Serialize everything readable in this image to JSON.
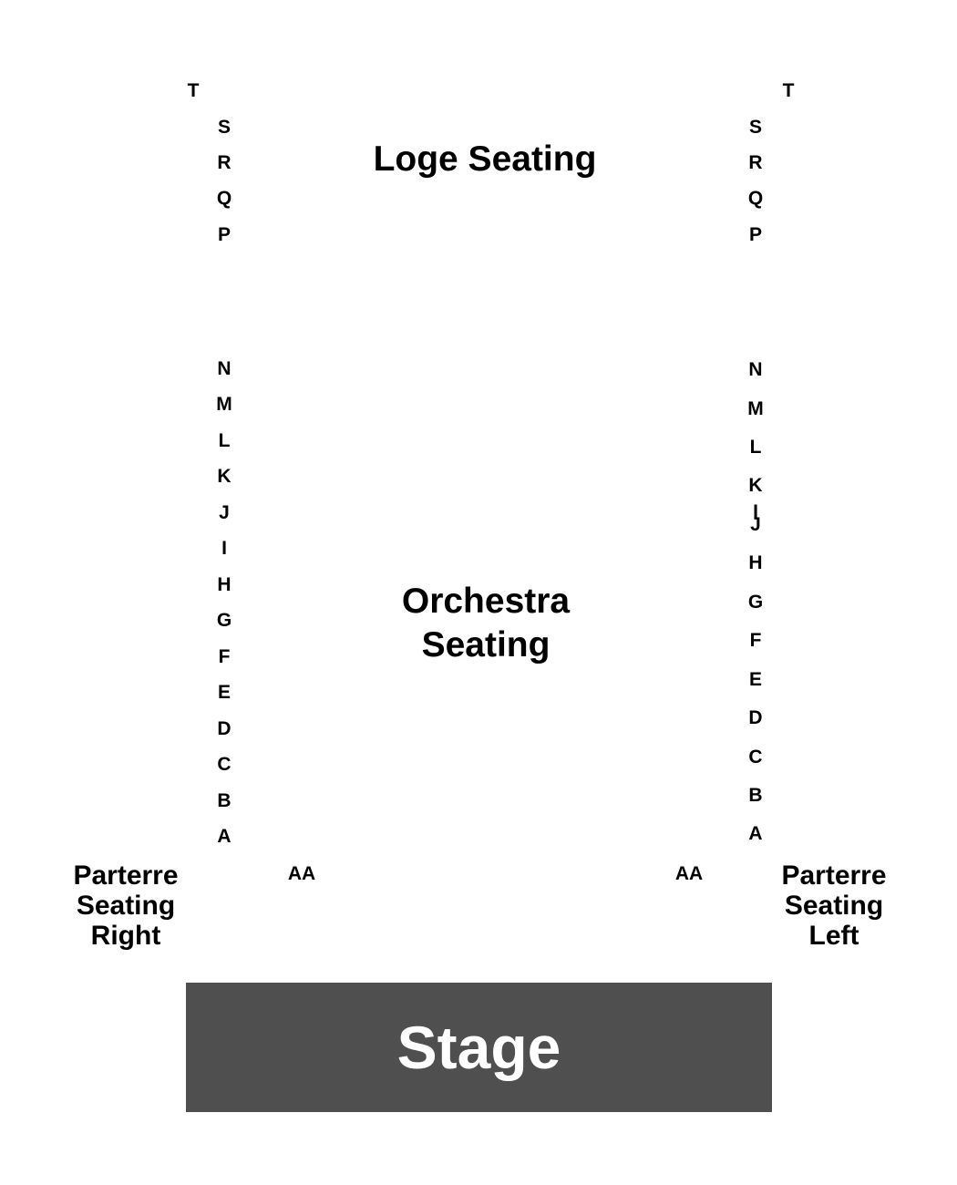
{
  "sections": {
    "loge": "Loge Seating",
    "orchestra_line1": "Orchestra",
    "orchestra_line2": "Seating",
    "parterre_right": [
      "Parterre",
      "Seating",
      "Right"
    ],
    "parterre_left": [
      "Parterre",
      "Seating",
      "Left"
    ],
    "stage": "Stage"
  },
  "aisle_labels": {
    "left": "AA",
    "right": "AA"
  },
  "rows": {
    "left_column": [
      "T",
      "S",
      "R",
      "Q",
      "P",
      "N",
      "M",
      "L",
      "K",
      "J",
      "I",
      "H",
      "G",
      "F",
      "E",
      "D",
      "C",
      "B",
      "A"
    ],
    "right_column": [
      "T",
      "S",
      "R",
      "Q",
      "P",
      "N",
      "M",
      "L",
      "K",
      "I",
      "J",
      "H",
      "G",
      "F",
      "E",
      "D",
      "C",
      "B",
      "A"
    ]
  },
  "colors": {
    "background": "#ffffff",
    "text": "#000000",
    "stage_fill": "#4f4f4f",
    "stage_text": "#ffffff"
  }
}
